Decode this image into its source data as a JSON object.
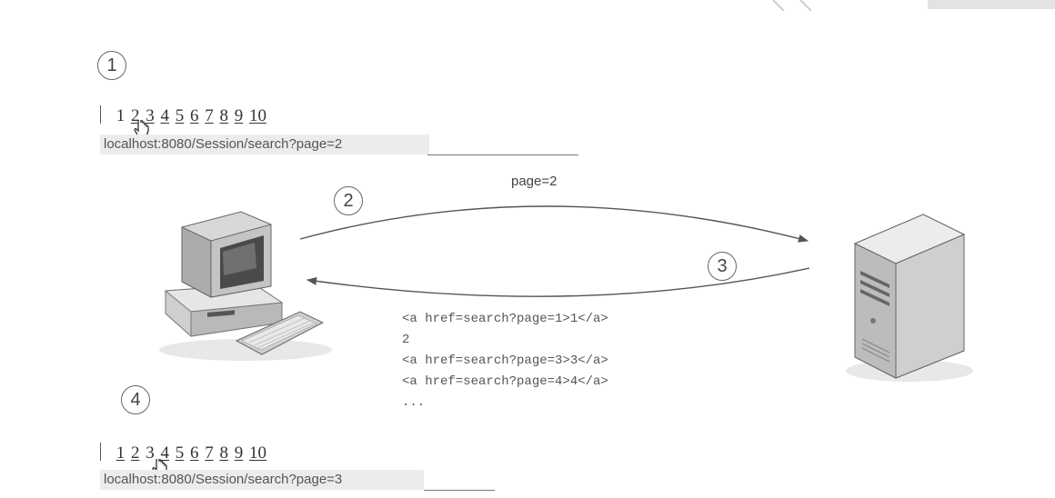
{
  "steps": [
    "1",
    "2",
    "3",
    "4"
  ],
  "top_pager": {
    "pages": [
      "1",
      "2",
      "3",
      "4",
      "5",
      "6",
      "7",
      "8",
      "9",
      "10"
    ],
    "url": "localhost:8080/Session/search?page=2"
  },
  "bottom_pager": {
    "pages": [
      "1",
      "2",
      "3",
      "4",
      "5",
      "6",
      "7",
      "8",
      "9",
      "10"
    ],
    "url": "localhost:8080/Session/search?page=3"
  },
  "request_label": "page=2",
  "response_lines": [
    "<a href=search?page=1>1</a>",
    "2",
    "<a href=search?page=3>3</a>",
    "<a href=search?page=4>4</a>",
    "..."
  ],
  "icons": {
    "client": "desktop-computer-icon",
    "server": "server-tower-icon",
    "pointer": "hand-pointer-icon"
  },
  "colors": {
    "arrow": "#555555",
    "urlbar_bg": "#ececec"
  }
}
